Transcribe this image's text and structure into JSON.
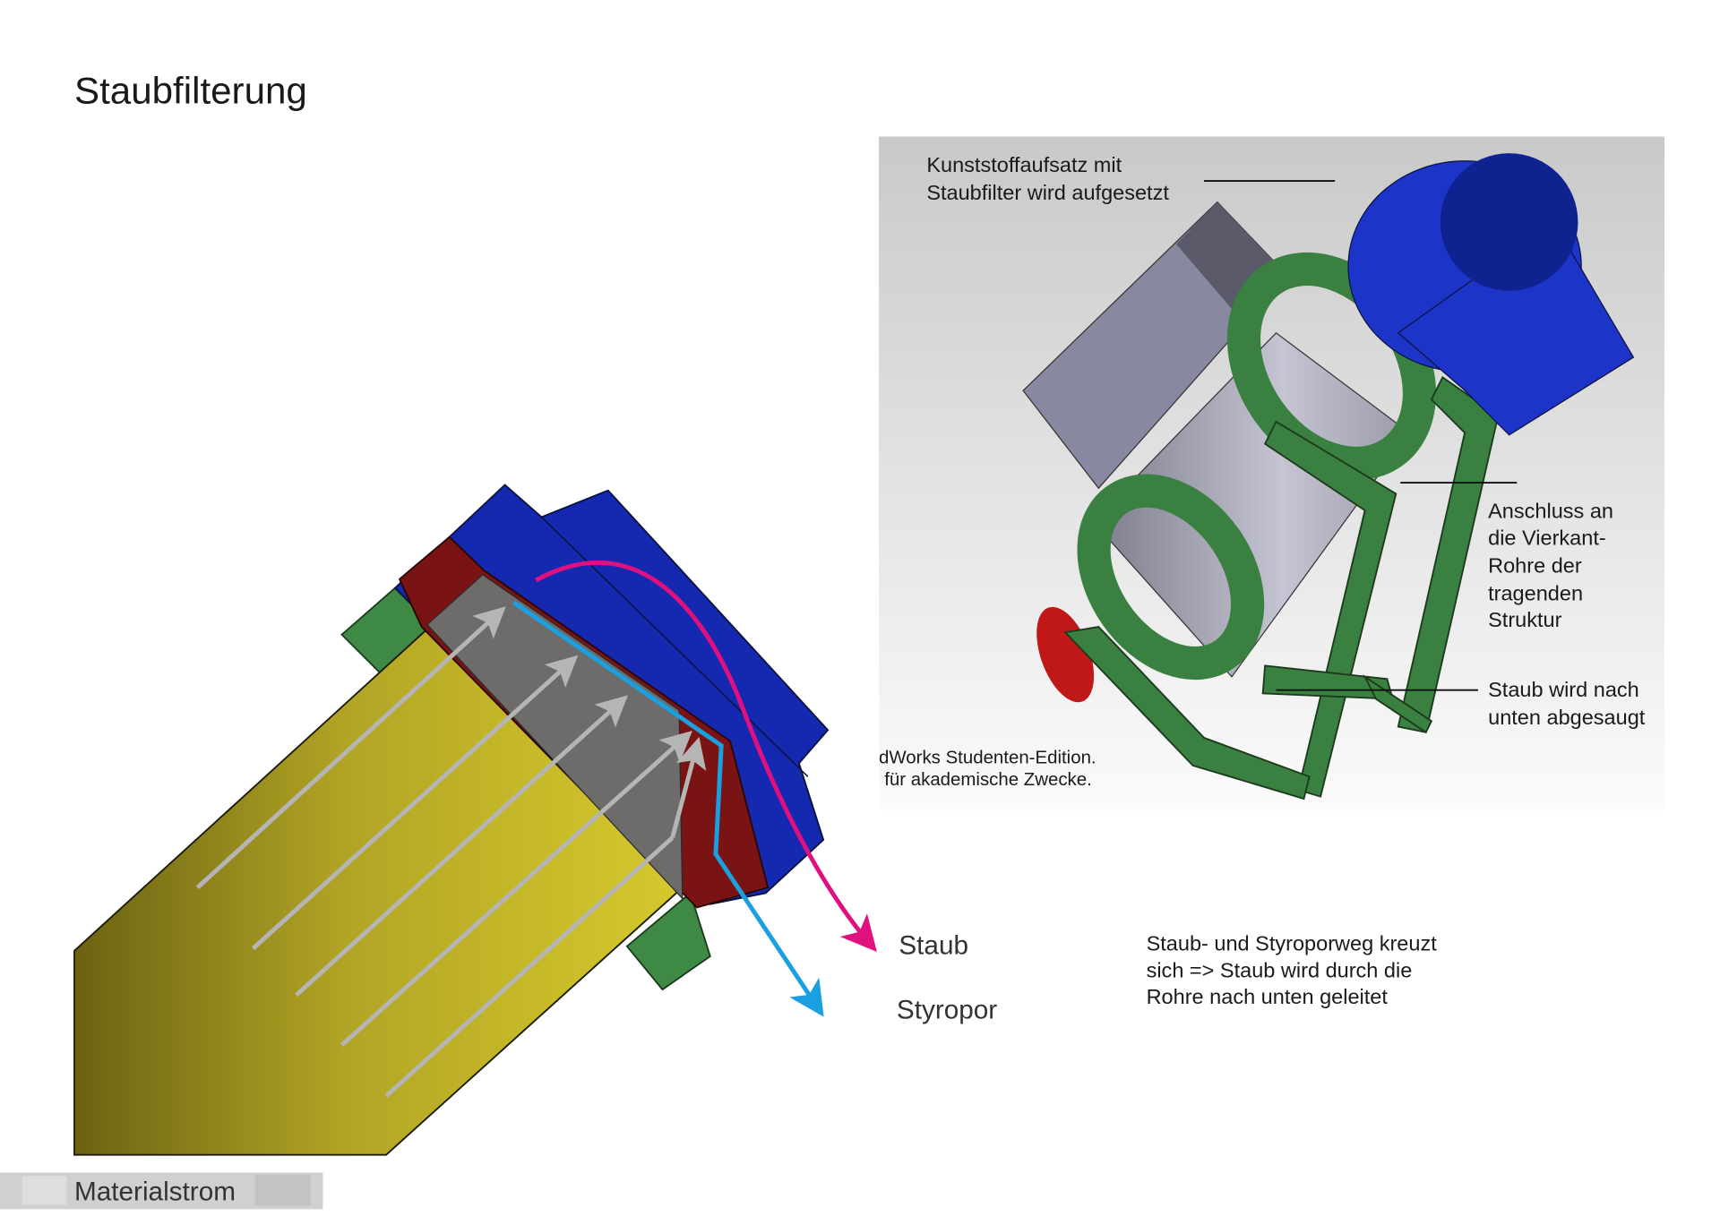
{
  "title": "Staubfilterung",
  "render_panel": {
    "label_top": [
      "Kunststoffaufsatz mit",
      "Staubfilter wird aufgesetzt"
    ],
    "label_connection": [
      "Anschluss an",
      "die Vierkant-",
      "Rohre der",
      "tragenden",
      "Struktur"
    ],
    "label_suction": [
      "Staub wird nach",
      "unten abgesaugt"
    ],
    "watermark": [
      "dWorks Studenten-Edition.",
      "für akademische Zwecke."
    ]
  },
  "legend": {
    "staub": "Staub",
    "styropor": "Styropor",
    "staub_color": "#e0117f",
    "styropor_color": "#1a9fe0"
  },
  "note": [
    "Staub- und Styroporweg kreuzt",
    "sich => Staub wird durch die",
    "Rohre nach unten geleitet"
  ],
  "footer_label": "Materialstrom"
}
